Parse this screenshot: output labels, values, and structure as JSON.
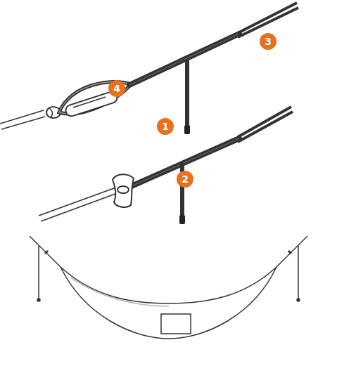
{
  "diagram": {
    "labels": [
      "3",
      "4",
      "1",
      "2"
    ]
  }
}
